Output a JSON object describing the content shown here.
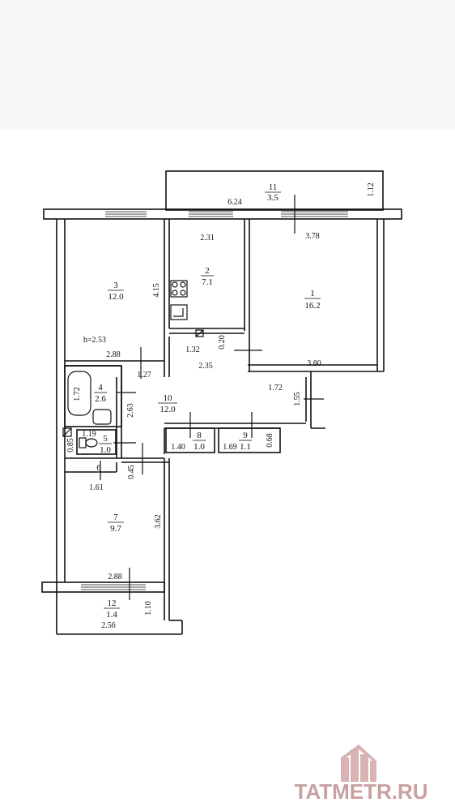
{
  "room_labels": [
    {
      "number": "1",
      "area": "16.2"
    },
    {
      "number": "2",
      "area": "7.1"
    },
    {
      "number": "3",
      "area": "12.0"
    },
    {
      "number": "4",
      "area": "2.6"
    },
    {
      "number": "5",
      "area": "1.0"
    },
    {
      "number": "6",
      "area": ""
    },
    {
      "number": "7",
      "area": "9.7"
    },
    {
      "number": "8",
      "area": "1.0"
    },
    {
      "number": "9",
      "area": "1.1"
    },
    {
      "number": "10",
      "area": "12.0"
    },
    {
      "number": "11",
      "area": "3.5"
    },
    {
      "number": "12",
      "area": "1.4"
    }
  ],
  "dimensions": [
    "6.24",
    "1.12",
    "2.31",
    "3.78",
    "4.15",
    "h=2.53",
    "2.88",
    "1.27",
    "1.32",
    "0.20",
    "2.35",
    "3.80",
    "1.72",
    "1.55",
    "1.72",
    "2.63",
    "1.19",
    "0.85",
    "1.40",
    "1.69",
    "0.68",
    "1.61",
    "0.45",
    "3.62",
    "2.88",
    "1.10",
    "2.56"
  ],
  "watermark": {
    "text": "TATMETR.RU",
    "color": "#c9a0a0"
  },
  "colors": {
    "wall": "#111111",
    "background": "#ffffff"
  }
}
